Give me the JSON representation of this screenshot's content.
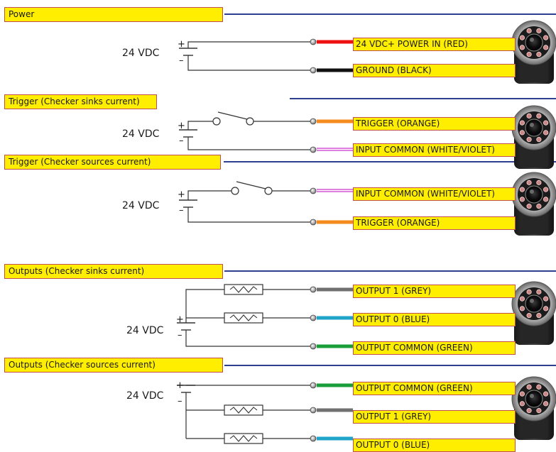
{
  "voltage_label": "24 VDC",
  "plus_sign": "+",
  "minus_sign": "–",
  "colors": {
    "wire": "#333333",
    "label_fill": "#ffee00",
    "label_border": "#c0504d",
    "rule": "#2e3f8f",
    "red": "#ee1111",
    "black": "#111111",
    "orange": "#f58a1f",
    "violet": "#cc33cc",
    "grey": "#707070",
    "blue": "#1fa3c8",
    "green": "#1a9e3a"
  },
  "sections": {
    "power": {
      "title": "Power",
      "wires": [
        {
          "label": "24 VDC+ POWER IN (RED)",
          "color": "red"
        },
        {
          "label": "GROUND (BLACK)",
          "color": "black"
        }
      ]
    },
    "trigger_sink": {
      "title": "Trigger (Checker sinks current)",
      "wires": [
        {
          "label": "TRIGGER (ORANGE)",
          "color": "orange"
        },
        {
          "label": "INPUT COMMON (WHITE/VIOLET)",
          "color": "violet"
        }
      ]
    },
    "trigger_source": {
      "title": "Trigger (Checker sources current)",
      "wires": [
        {
          "label": "INPUT COMMON (WHITE/VIOLET)",
          "color": "violet"
        },
        {
          "label": "TRIGGER (ORANGE)",
          "color": "orange"
        }
      ]
    },
    "outputs_sink": {
      "title": "Outputs (Checker sinks current)",
      "wires": [
        {
          "label": "OUTPUT 1 (GREY)",
          "color": "grey"
        },
        {
          "label": "OUTPUT 0 (BLUE)",
          "color": "blue"
        },
        {
          "label": "OUTPUT COMMON (GREEN)",
          "color": "green"
        }
      ]
    },
    "outputs_source": {
      "title": "Outputs (Checker sources current)",
      "wires": [
        {
          "label": "OUTPUT COMMON (GREEN)",
          "color": "green"
        },
        {
          "label": "OUTPUT 1 (GREY)",
          "color": "grey"
        },
        {
          "label": "OUTPUT 0 (BLUE)",
          "color": "blue"
        }
      ]
    }
  }
}
